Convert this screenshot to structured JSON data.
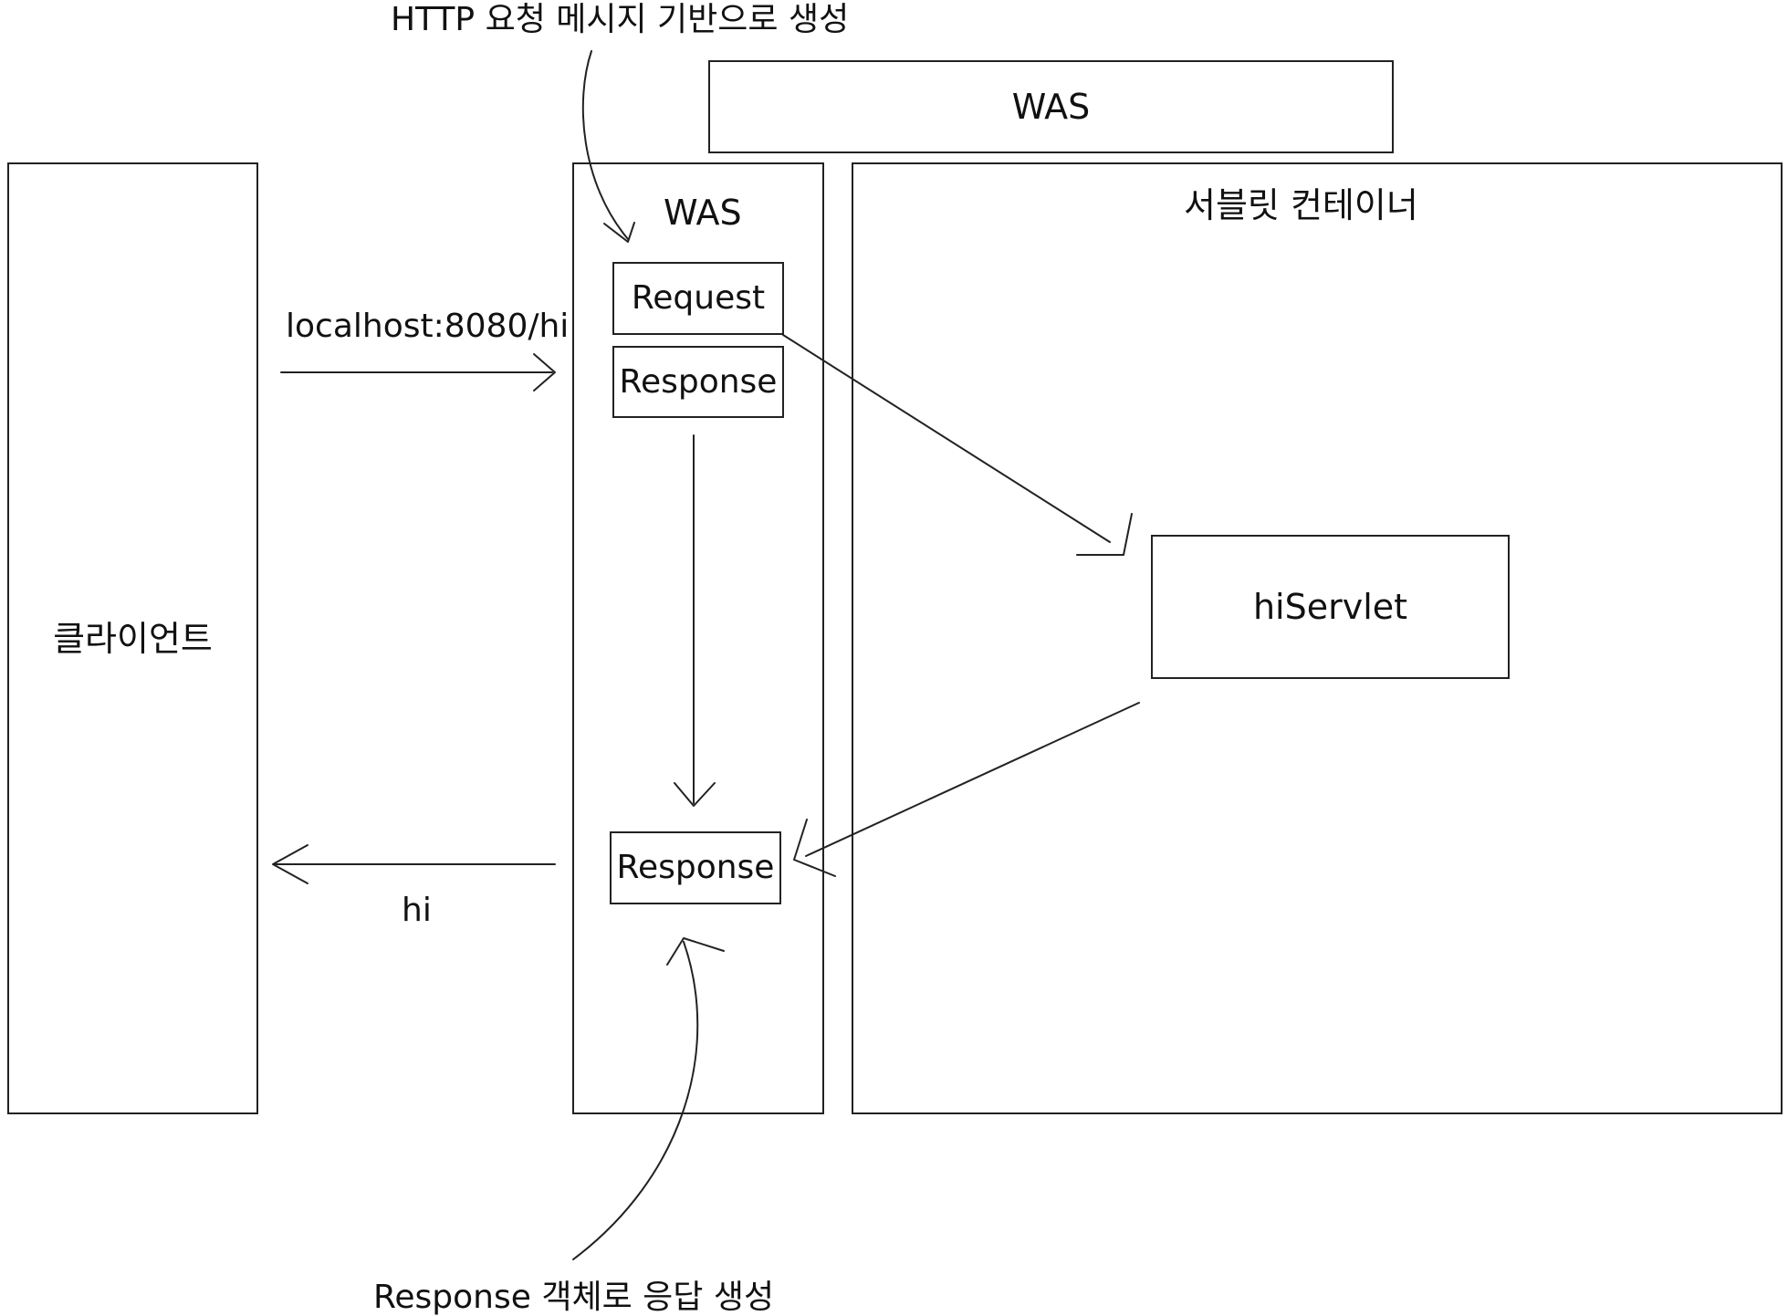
{
  "client": {
    "label": "클라이언트"
  },
  "was_header": {
    "label": "WAS"
  },
  "was": {
    "label": "WAS",
    "request_label": "Request",
    "response_top_label": "Response",
    "response_bottom_label": "Response"
  },
  "container": {
    "label": "서블릿 컨테이너",
    "servlet_label": "hiServlet"
  },
  "edges": {
    "request_url": "localhost:8080/hi",
    "response_body": "hi"
  },
  "annotations": {
    "request_note": "HTTP 요청 메시지 기반으로 생성",
    "response_note": "Response 객체로 응답 생성"
  }
}
